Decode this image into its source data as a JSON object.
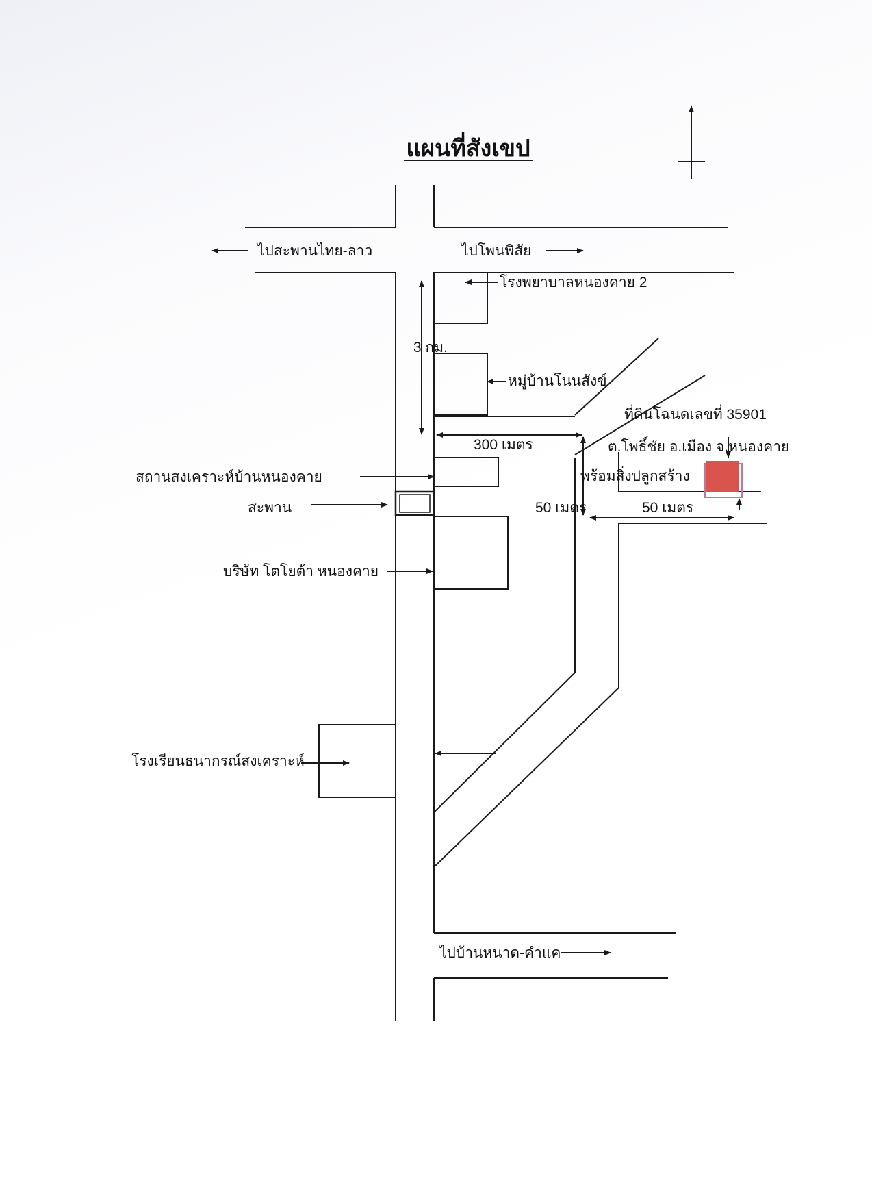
{
  "title": "แผนที่สังเขป",
  "labels": {
    "to_bridge": "ไปสะพานไทย-ลาว",
    "to_phon_phisai": "ไปโพนพิสัย",
    "hospital": "โรงพยาบาลหนองคาย 2",
    "distance_3km": "3 กม.",
    "village": "หมู่บ้านโนนสังข์",
    "deed_line1": "ที่ดินโฉนดเลขที่ 35901",
    "deed_line2": "ต.โพธิ์ชัย  อ.เมือง จ.หนองคาย",
    "deed_line3": "พร้อมสิ่งปลูกสร้าง",
    "distance_300m": "300 เมตร",
    "welfare_station": "สถานสงเคราะห์บ้านหนองคาย",
    "bridge": "สะพาน",
    "distance_50m_vertical": "50 เมตร",
    "distance_50m_horizontal": "50 เมตร",
    "toyota": "บริษัท โตโยต้า หนองคาย",
    "school": "โรงเรียนธนากรณ์สงเคราะห์",
    "to_ban_nat": "ไปบ้านหนาด-คำแค"
  },
  "colors": {
    "target_marker": "#d9544d",
    "line": "#1a1a1a"
  },
  "icons": {
    "north": "north-arrow-icon"
  }
}
